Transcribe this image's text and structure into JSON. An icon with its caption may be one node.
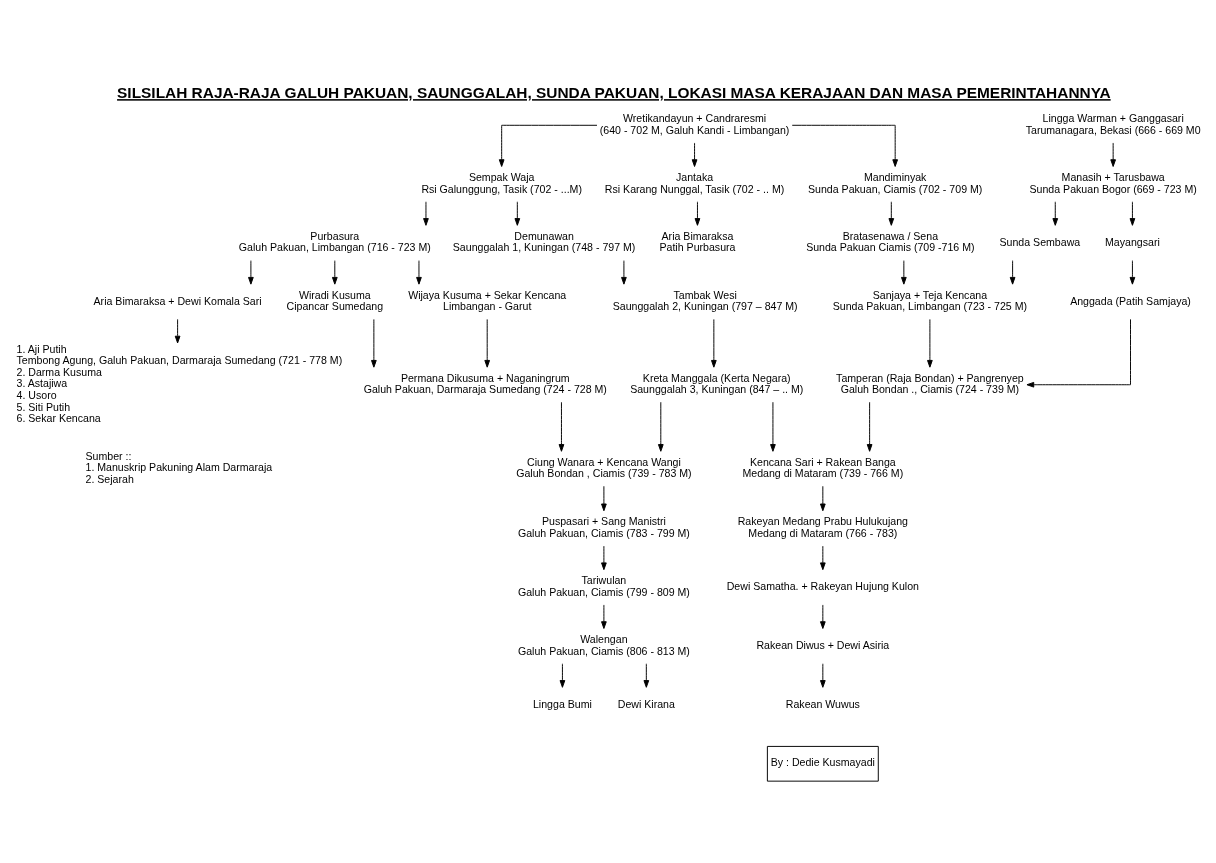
{
  "diagram": {
    "title": "SILSILAH RAJA-RAJA GALUH PAKUAN, SAUNGGALAH, SUNDA PAKUAN, LOKASI MASA KERAJAAN DAN MASA PEMERINTAHANNYA",
    "nodes": [
      {
        "text": [
          "Wretikandayun + Candraresmi",
          "(640 - 702 M, Galuh Kandi - Limbangan)"
        ]
      },
      {
        "text": [
          "Lingga Warman + Ganggasari",
          "Tarumanagara, Bekasi (666 - 669 M0"
        ]
      },
      {
        "text": [
          "Sempak Waja",
          "Rsi Galunggung, Tasik (702 - ...M)"
        ]
      },
      {
        "text": [
          "Jantaka",
          "Rsi Karang Nunggal, Tasik (702 - .. M)"
        ]
      },
      {
        "text": [
          "Mandiminyak",
          "Sunda Pakuan, Ciamis (702 - 709 M)"
        ]
      },
      {
        "text": [
          "Manasih + Tarusbawa",
          "Sunda Pakuan Bogor (669 - 723 M)"
        ]
      },
      {
        "text": [
          "Purbasura",
          "Galuh Pakuan, Limbangan (716 - 723 M)"
        ]
      },
      {
        "text": [
          "Aria Bimaraksa",
          "Patih Purbasura"
        ]
      },
      {
        "text": [
          "Demunawan",
          "Saunggalah 1, Kuningan (748 - 797 M)"
        ]
      },
      {
        "text": [
          "Bratasenawa / Sena",
          "Sunda Pakuan Ciamis (709 -716 M)"
        ]
      },
      {
        "text": [
          "Sunda Sembawa"
        ]
      },
      {
        "text": [
          "Mayangsari"
        ]
      },
      {
        "text": [
          "Aria Bimaraksa + Dewi Komala Sari"
        ]
      },
      {
        "text": [
          "Wiradi Kusuma",
          "Cipancar Sumedang"
        ]
      },
      {
        "text": [
          "Wijaya Kusuma + Sekar Kencana",
          "Limbangan - Garut"
        ]
      },
      {
        "text": [
          "Tambak Wesi",
          "Saunggalah 2, Kuningan (797 – 847 M)"
        ]
      },
      {
        "text": [
          "Sanjaya + Teja Kencana",
          "Sunda Pakuan, Limbangan (723 - 725 M)"
        ]
      },
      {
        "text": [
          "Anggada (Patih Samjaya)"
        ]
      },
      {
        "text": [
          "1. Aji Putih",
          "Tembong Agung, Galuh Pakuan, Darmaraja Sumedang (721 - 778 M)",
          "2. Darma Kusuma",
          "3. Astajiwa",
          "4. Usoro",
          "5. Siti Putih",
          "6. Sekar Kencana"
        ]
      },
      {
        "text": [
          "Permana Dikusuma + Naganingrum",
          "Galuh Pakuan, Darmaraja Sumedang (724 - 728 M)"
        ]
      },
      {
        "text": [
          "Kreta Manggala (Kerta Negara)",
          "Saunggalah 3, Kuningan (847 – .. M)"
        ]
      },
      {
        "text": [
          "Tamperan (Raja Bondan) + Pangrenyep",
          "Galuh Bondan ., Ciamis (724 - 739 M)"
        ]
      },
      {
        "text": [
          "Ciung Wanara + Kencana Wangi",
          "Galuh Bondan , Ciamis (739 - 783 M)"
        ]
      },
      {
        "text": [
          "Kencana Sari + Rakean Banga",
          "Medang di Mataram (739 - 766 M)"
        ]
      },
      {
        "text": [
          "Puspasari + Sang Manistri",
          "Galuh Pakuan, Ciamis (783 - 799 M)"
        ]
      },
      {
        "text": [
          "Rakeyan Medang Prabu Hulukujang",
          "Medang di Mataram (766 - 783)"
        ]
      },
      {
        "text": [
          "Tariwulan",
          "Galuh Pakuan, Ciamis (799 - 809 M)"
        ]
      },
      {
        "text": [
          "Dewi Samatha. + Rakeyan Hujung Kulon"
        ]
      },
      {
        "text": [
          "Walengan",
          "Galuh Pakuan, Ciamis (806 - 813 M)"
        ]
      },
      {
        "text": [
          "Rakean Diwus + Dewi Asiria"
        ]
      },
      {
        "text": [
          "Lingga Bumi"
        ]
      },
      {
        "text": [
          "Dewi Kirana"
        ]
      },
      {
        "text": [
          "Rakean Wuwus"
        ]
      },
      {
        "text": [
          "By : Dedie Kusmayadi"
        ]
      }
    ],
    "edges": [
      {
        "from": 0,
        "to": 2,
        "arrow": "to"
      },
      {
        "from": 0,
        "to": 3,
        "arrow": "to"
      },
      {
        "from": 0,
        "to": 4,
        "arrow": "to"
      },
      {
        "from": 1,
        "to": 5,
        "arrow": "to"
      },
      {
        "from": 2,
        "to": 6,
        "arrow": "to"
      },
      {
        "from": 2,
        "to": 8,
        "arrow": "to"
      },
      {
        "from": 3,
        "to": 7,
        "arrow": "to"
      },
      {
        "from": 4,
        "to": 9,
        "arrow": "to"
      },
      {
        "from": 5,
        "to": 10,
        "arrow": "to"
      },
      {
        "from": 5,
        "to": 11,
        "arrow": "to"
      },
      {
        "from": 6,
        "to": 12,
        "arrow": "to"
      },
      {
        "from": 6,
        "to": 13,
        "arrow": "to"
      },
      {
        "from": 6,
        "to": 14,
        "arrow": "to"
      },
      {
        "from": 8,
        "to": 15,
        "arrow": "to"
      },
      {
        "from": 9,
        "to": 16,
        "arrow": "to"
      },
      {
        "from": 10,
        "to": 16,
        "arrow": "to"
      },
      {
        "from": 11,
        "to": 17,
        "arrow": "to"
      },
      {
        "from": 12,
        "to": 18,
        "arrow": "to"
      },
      {
        "from": 13,
        "to": 19,
        "arrow": "to"
      },
      {
        "from": 14,
        "to": 19,
        "arrow": "to"
      },
      {
        "from": 15,
        "to": 20,
        "arrow": "to"
      },
      {
        "from": 16,
        "to": 21,
        "arrow": "to"
      },
      {
        "from": 17,
        "to": 21,
        "arrow": "to"
      },
      {
        "from": 19,
        "to": 22,
        "arrow": "to"
      },
      {
        "from": 20,
        "to": 22,
        "arrow": "to"
      },
      {
        "from": 20,
        "to": 23,
        "arrow": "to"
      },
      {
        "from": 21,
        "to": 23,
        "arrow": "to"
      },
      {
        "from": 22,
        "to": 24,
        "arrow": "to"
      },
      {
        "from": 23,
        "to": 25,
        "arrow": "to"
      },
      {
        "from": 24,
        "to": 26,
        "arrow": "to"
      },
      {
        "from": 25,
        "to": 27,
        "arrow": "to"
      },
      {
        "from": 26,
        "to": 28,
        "arrow": "to"
      },
      {
        "from": 27,
        "to": 29,
        "arrow": "to"
      },
      {
        "from": 28,
        "to": 30,
        "arrow": "to"
      },
      {
        "from": 28,
        "to": 31,
        "arrow": "to"
      },
      {
        "from": 29,
        "to": 32,
        "arrow": "to"
      }
    ],
    "labels": [
      "Sumber ::",
      "1. Manuskrip Pakuning Alam Darmaraja",
      "2. Sejarah"
    ]
  }
}
